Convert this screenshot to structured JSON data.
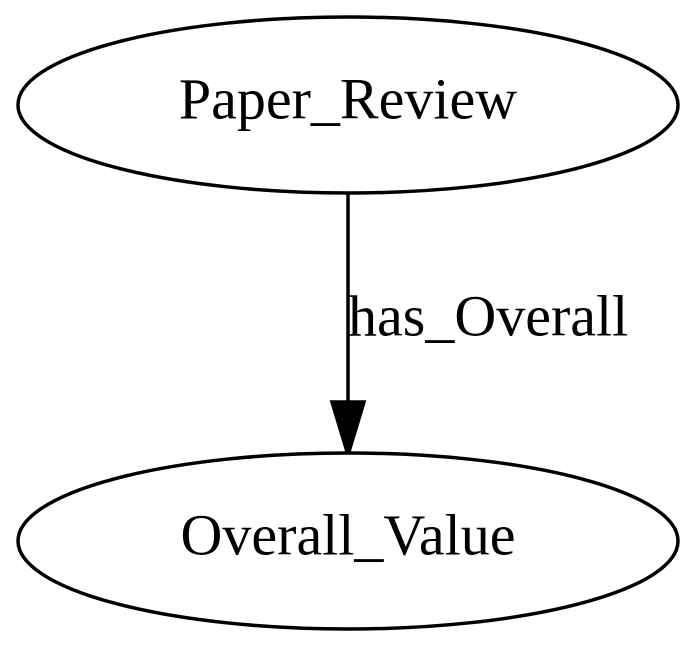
{
  "graph": {
    "nodes": [
      {
        "id": "paper_review",
        "label": "Paper_Review"
      },
      {
        "id": "overall_value",
        "label": "Overall_Value"
      }
    ],
    "edges": [
      {
        "from": "paper_review",
        "to": "overall_value",
        "label": "has_Overall"
      }
    ]
  }
}
